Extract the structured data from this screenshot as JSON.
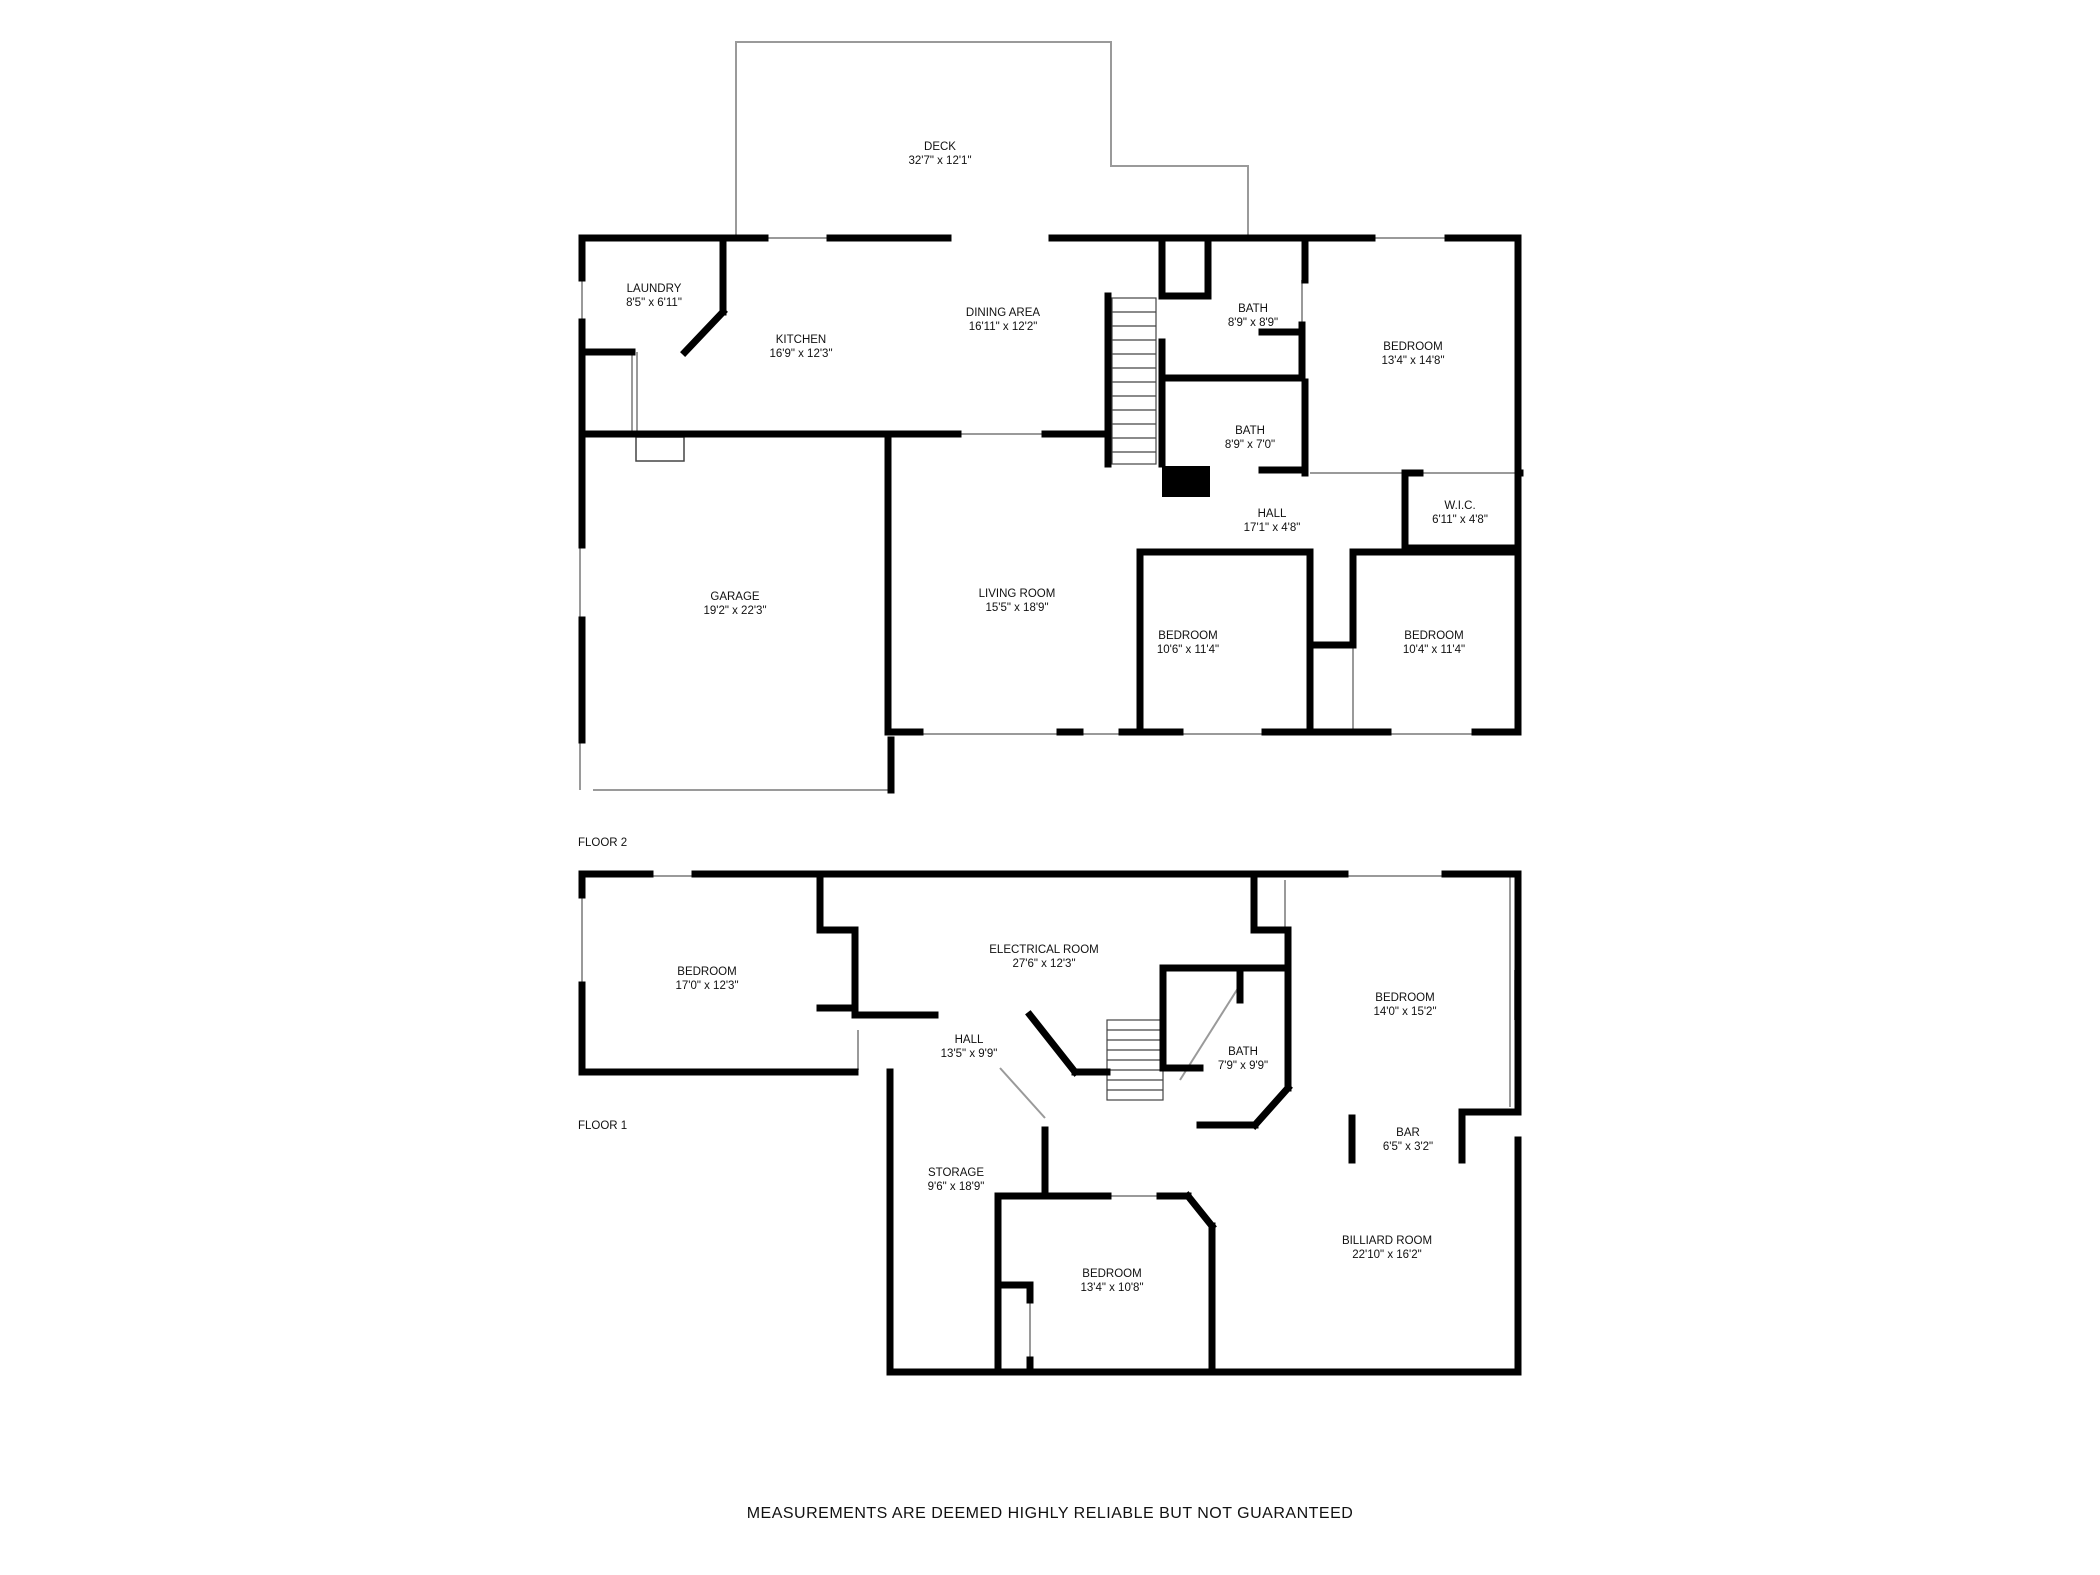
{
  "floors": [
    {
      "label": "FLOOR 2",
      "rooms": [
        {
          "id": "deck",
          "name": "DECK",
          "size": "32'7\" x 12'1\""
        },
        {
          "id": "laundry",
          "name": "LAUNDRY",
          "size": "8'5\" x 6'11\""
        },
        {
          "id": "kitchen",
          "name": "KITCHEN",
          "size": "16'9\" x 12'3\""
        },
        {
          "id": "dining-area",
          "name": "DINING AREA",
          "size": "16'11\" x 12'2\""
        },
        {
          "id": "bath-upper",
          "name": "BATH",
          "size": "8'9\" x 8'9\""
        },
        {
          "id": "bedroom-primary",
          "name": "BEDROOM",
          "size": "13'4\" x 14'8\""
        },
        {
          "id": "bath-lower",
          "name": "BATH",
          "size": "8'9\" x 7'0\""
        },
        {
          "id": "hall-f2",
          "name": "HALL",
          "size": "17'1\" x 4'8\""
        },
        {
          "id": "wic",
          "name": "W.I.C.",
          "size": "6'11\" x 4'8\""
        },
        {
          "id": "garage",
          "name": "GARAGE",
          "size": "19'2\" x 22'3\""
        },
        {
          "id": "living-room",
          "name": "LIVING ROOM",
          "size": "15'5\" x 18'9\""
        },
        {
          "id": "bedroom-mid",
          "name": "BEDROOM",
          "size": "10'6\" x 11'4\""
        },
        {
          "id": "bedroom-east",
          "name": "BEDROOM",
          "size": "10'4\" x 11'4\""
        }
      ]
    },
    {
      "label": "FLOOR 1",
      "rooms": [
        {
          "id": "bedroom-west",
          "name": "BEDROOM",
          "size": "17'0\" x 12'3\""
        },
        {
          "id": "electrical-room",
          "name": "ELECTRICAL ROOM",
          "size": "27'6\" x 12'3\""
        },
        {
          "id": "hall-f1",
          "name": "HALL",
          "size": "13'5\" x 9'9\""
        },
        {
          "id": "bath-f1",
          "name": "BATH",
          "size": "7'9\" x 9'9\""
        },
        {
          "id": "bedroom-northeast",
          "name": "BEDROOM",
          "size": "14'0\" x 15'2\""
        },
        {
          "id": "bar",
          "name": "BAR",
          "size": "6'5\" x 3'2\""
        },
        {
          "id": "storage",
          "name": "STORAGE",
          "size": "9'6\" x 18'9\""
        },
        {
          "id": "bedroom-south",
          "name": "BEDROOM",
          "size": "13'4\" x 10'8\""
        },
        {
          "id": "billiard-room",
          "name": "BILLIARD ROOM",
          "size": "22'10\" x 16'2\""
        }
      ]
    }
  ],
  "disclaimer": "MEASUREMENTS ARE DEEMED HIGHLY RELIABLE BUT NOT GUARANTEED",
  "colors": {
    "wall": "#000000",
    "thin": "#9a9a9a",
    "background": "#ffffff"
  }
}
